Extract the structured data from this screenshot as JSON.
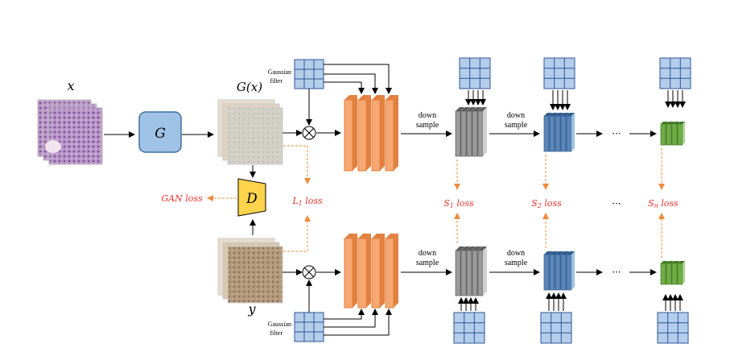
{
  "labels": {
    "x": "x",
    "gx": "G(x)",
    "y": "y",
    "generator": "G",
    "discriminator": "D",
    "gan_loss": "GAN loss",
    "l1_loss": "L",
    "l1_sub": "1",
    "loss_word": "loss",
    "s1": "S",
    "s1_sub": "1",
    "s2": "S",
    "s2_sub": "2",
    "sn": "S",
    "sn_sub": "n",
    "gaussian_top_1": "Gaussian",
    "gaussian_top_2": "filter",
    "gaussian_bot_1": "Gaussian",
    "gaussian_bot_2": "filter",
    "down_1a": "down",
    "down_1b": "sample",
    "down_2a": "down",
    "down_2b": "sample",
    "down_3a": "down",
    "down_3b": "sample",
    "down_4a": "down",
    "down_4b": "sample",
    "ellipsis_top": "···",
    "ellipsis_mid": "···",
    "ellipsis_bot": "···"
  },
  "colors": {
    "loss_red": "#e8332b",
    "dashed_orange": "#f08a3c",
    "gen_blue": "#9ec3e6",
    "gen_stroke": "#41719c",
    "disc_yellow": "#ffd44c",
    "orange_block": "#f7a873",
    "orange_dark": "#e2803f",
    "grid_blue": "#b4cdea",
    "grid_stroke": "#2f5597",
    "gray_stack": "#8c8c8c",
    "blue_stack": "#5b86b8",
    "green_stack": "#70ad47"
  }
}
